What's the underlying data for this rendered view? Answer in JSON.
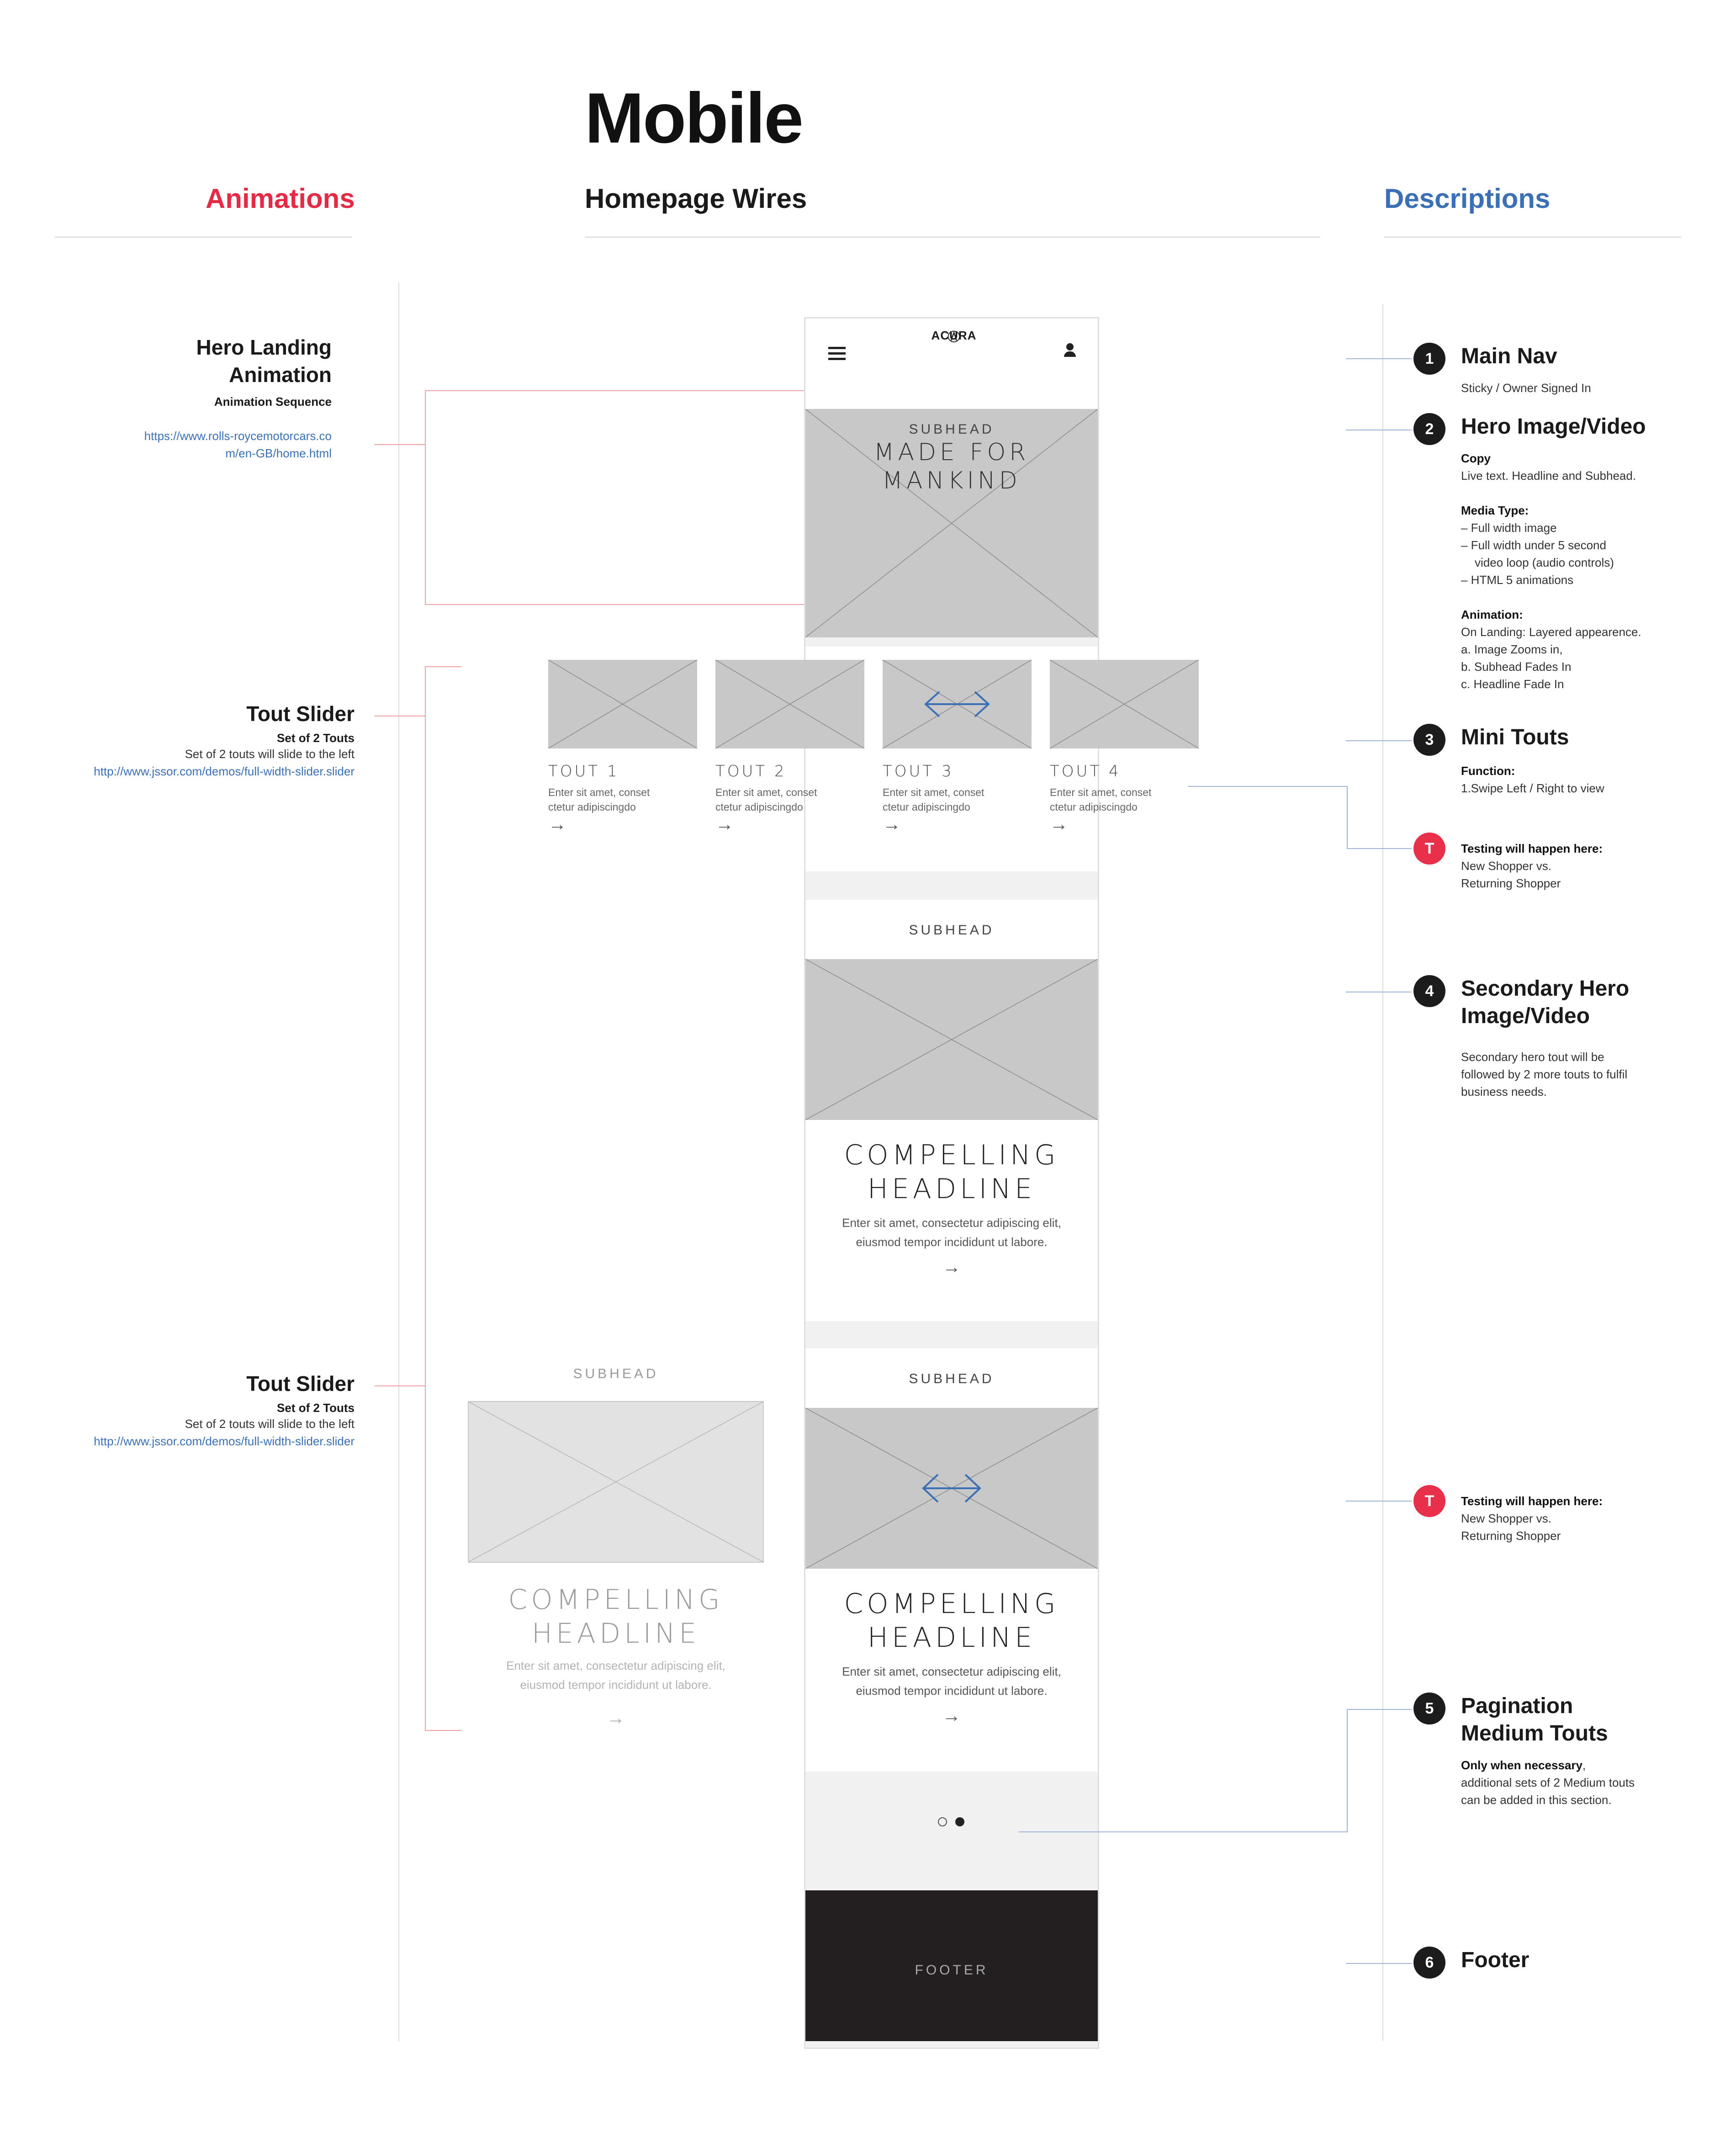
{
  "title": "Mobile",
  "columns": {
    "animations": "Animations",
    "wires": "Homepage Wires",
    "descriptions": "Descriptions"
  },
  "colors": {
    "animations": "#e52a46",
    "descriptions": "#3b6fb6",
    "placeholder": "#c8c8c8",
    "footer": "#231f20",
    "testing_badge": "#e8304a"
  },
  "animations": [
    {
      "title": "Hero Landing Animation",
      "title_line1": "Hero Landing",
      "title_line2": "Animation",
      "subtitle": "Animation Sequence",
      "link_line1": "https://www.rolls-roycemotorcars.co",
      "link_line2": "m/en-GB/home.html"
    },
    {
      "title": "Tout Slider",
      "subtitle": "Set of 2 Touts",
      "body": "Set of 2 touts will slide to the left",
      "link": "http://www.jssor.com/demos/full-width-slider.slider"
    },
    {
      "title": "Tout Slider",
      "subtitle": "Set of 2 Touts",
      "body": "Set of 2 touts will slide to the left",
      "link": "http://www.jssor.com/demos/full-width-slider.slider"
    }
  ],
  "wire": {
    "nav": {
      "logo": "ACURA",
      "menu_icon": "hamburger-icon",
      "user_icon": "user-icon"
    },
    "hero": {
      "subhead": "SUBHEAD",
      "headline_line1": "MADE FOR",
      "headline_line2": "MANKIND"
    },
    "touts": [
      {
        "label": "TOUT 1",
        "body_line1": "Enter sit amet, conset",
        "body_line2": "ctetur adipiscingdo"
      },
      {
        "label": "TOUT 2",
        "body_line1": "Enter sit amet, conset",
        "body_line2": "ctetur adipiscingdo"
      },
      {
        "label": "TOUT 3",
        "body_line1": "Enter sit amet, conset",
        "body_line2": "ctetur adipiscingdo"
      },
      {
        "label": "TOUT 4",
        "body_line1": "Enter sit amet, conset",
        "body_line2": "ctetur adipiscingdo"
      }
    ],
    "secondary": {
      "subhead": "SUBHEAD",
      "headline_line1": "COMPELLING",
      "headline_line2": "HEADLINE",
      "body_line1": "Enter sit amet, consectetur adipiscing elit,",
      "body_line2": "eiusmod tempor incididunt ut labore."
    },
    "medium_ghost": {
      "subhead": "SUBHEAD",
      "headline_line1": "COMPELLING",
      "headline_line2": "HEADLINE",
      "body_line1": "Enter sit amet, consectetur adipiscing elit,",
      "body_line2": "eiusmod tempor incididunt ut labore."
    },
    "medium": {
      "subhead": "SUBHEAD",
      "headline_line1": "COMPELLING",
      "headline_line2": "HEADLINE",
      "body_line1": "Enter sit amet, consectetur adipiscing elit,",
      "body_line2": "eiusmod tempor incididunt ut labore."
    },
    "pagination": {
      "pages": 2,
      "active": 2
    },
    "footer": "FOOTER"
  },
  "descriptions": {
    "main_nav": {
      "num": "1",
      "title": "Main Nav",
      "body": "Sticky / Owner Signed In"
    },
    "hero": {
      "num": "2",
      "title": "Hero Image/Video",
      "copy_label": "Copy",
      "copy": "Live text. Headline and Subhead.",
      "media_label": "Media Type:",
      "media_1": "–  Full width image",
      "media_2a": "–  Full width under 5 second",
      "media_2b": "video loop (audio controls)",
      "media_3": "–  HTML 5 animations",
      "anim_label": "Animation:",
      "anim_1": "On Landing: Layered appearence.",
      "anim_2": "a. Image Zooms in,",
      "anim_3": "b. Subhead Fades In",
      "anim_4": "c. Headline Fade In"
    },
    "mini_touts": {
      "num": "3",
      "title": "Mini Touts",
      "func_label": "Function:",
      "func": "1.Swipe Left / Right to view"
    },
    "testing_1": {
      "num": "T",
      "title": "Testing will happen here:",
      "line1": "New Shopper  vs.",
      "line2": "Returning Shopper"
    },
    "secondary": {
      "num": "4",
      "title_line1": "Secondary Hero",
      "title_line2": "Image/Video",
      "line1": "Secondary hero tout will be",
      "line2": "followed by 2 more touts to fulfil",
      "line3": "business needs."
    },
    "testing_2": {
      "num": "T",
      "title": "Testing will happen here:",
      "line1": "New Shopper  vs.",
      "line2": "Returning Shopper"
    },
    "pagination": {
      "num": "5",
      "title_line1": "Pagination",
      "title_line2": "Medium Touts",
      "bold": "Only when necessary",
      "line1": ",",
      "line2": "additional sets of 2 Medium touts",
      "line3": "can be added in this section."
    },
    "footer": {
      "num": "6",
      "title": "Footer"
    }
  }
}
